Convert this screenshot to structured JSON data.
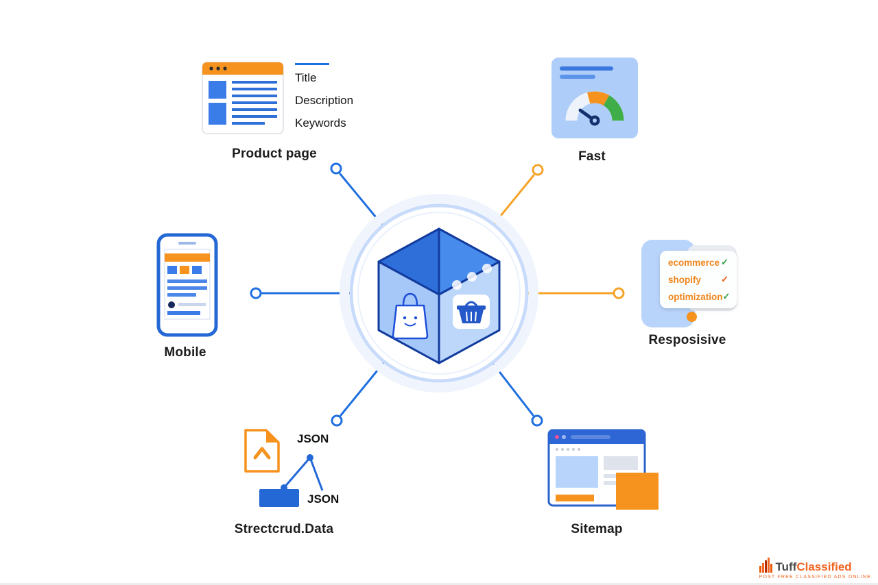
{
  "nodes": {
    "product_page": {
      "label": "Product page",
      "seo_fields": [
        "Title",
        "Description",
        "Keywords"
      ]
    },
    "fast": {
      "label": "Fast"
    },
    "mobile": {
      "label": "Mobile"
    },
    "responsive": {
      "label": "Resposisive",
      "checklist": [
        "ecommerce",
        "shopify",
        "optimization"
      ]
    },
    "structured_data": {
      "label": "Strectcrud.Data",
      "json_labels": [
        "JSON",
        "JSON"
      ]
    },
    "sitemap": {
      "label": "Sitemap"
    }
  },
  "icons": {
    "check": "✓"
  },
  "branding": {
    "name_primary": "Tuff",
    "name_accent": "Classified",
    "tagline": "Post Free Classified Ads Online"
  },
  "colors": {
    "blue": "#2468d6",
    "light_blue": "#b9d4fb",
    "orange": "#f6921e",
    "green": "#3fae49"
  }
}
